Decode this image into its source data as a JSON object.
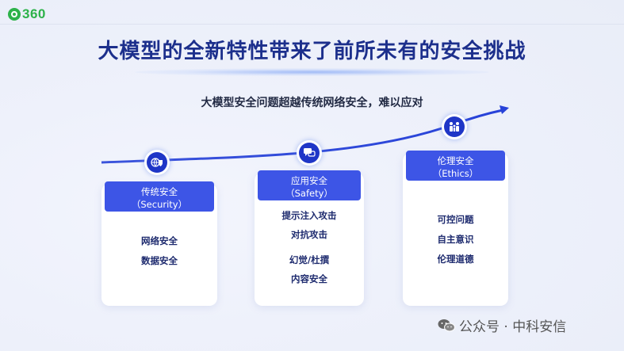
{
  "logo": {
    "text": "360"
  },
  "title": "大模型的全新特性带来了前所未有的安全挑战",
  "subtitle": "大模型安全问题超越传统网络安全，难以应对",
  "cards": [
    {
      "title": "传统安全",
      "subtitle": "（Security）",
      "items": [
        "网络安全",
        "数据安全"
      ]
    },
    {
      "title": "应用安全",
      "subtitle": "（Safety）",
      "items": [
        "提示注入攻击",
        "对抗攻击",
        "幻觉/杜撰",
        "内容安全"
      ]
    },
    {
      "title": "伦理安全",
      "subtitle": "（Ethics）",
      "items": [
        "可控问题",
        "自主意识",
        "伦理道德"
      ]
    }
  ],
  "icons": {
    "node1": "globe-shield-icon",
    "node2": "chat-icon",
    "node3": "people-icon",
    "watermark": "wechat-icon"
  },
  "watermark": {
    "text": "公众号 · 中科安信"
  },
  "colors": {
    "accent": "#3d55e6",
    "title": "#1c2f8c",
    "curve": "#2742d8",
    "logo": "#2db24a"
  }
}
